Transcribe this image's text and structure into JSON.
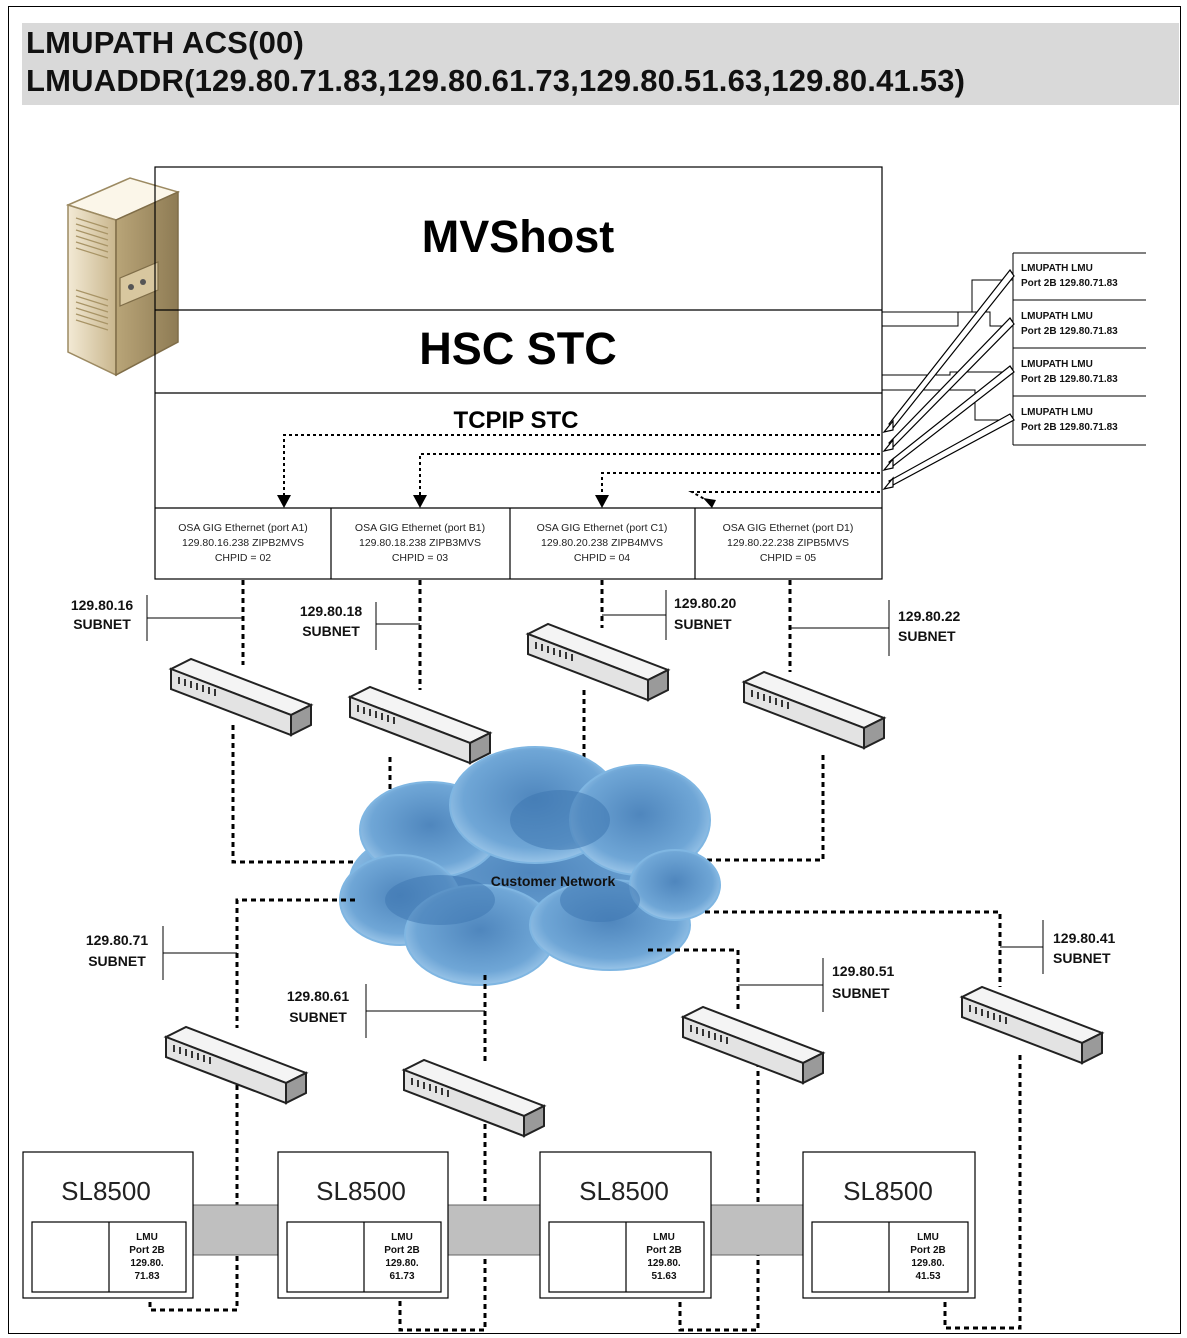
{
  "header": {
    "line1": "LMUPATH ACS(00)",
    "line2": "LMUADDR(129.80.71.83,129.80.61.73,129.80.51.63,129.80.41.53)"
  },
  "host": {
    "mvs_label": "MVShost",
    "hsc_label": "HSC STC",
    "tcpip_label": "TCPIP STC"
  },
  "osa_ports": [
    {
      "line1": "OSA GIG Ethernet (port A1)",
      "line2": "129.80.16.238  ZIPB2MVS",
      "line3": "CHPID = 02"
    },
    {
      "line1": "OSA GIG Ethernet (port B1)",
      "line2": "129.80.18.238  ZIPB3MVS",
      "line3": "CHPID = 03"
    },
    {
      "line1": "OSA GIG Ethernet (port C1)",
      "line2": "129.80.20.238  ZIPB4MVS",
      "line3": "CHPID = 04"
    },
    {
      "line1": "OSA GIG Ethernet (port D1)",
      "line2": "129.80.22.238  ZIPB5MVS",
      "line3": "CHPID = 05"
    }
  ],
  "lmupath_boxes": [
    {
      "line1": "LMUPATH LMU",
      "line2": "Port 2B 129.80.71.83"
    },
    {
      "line1": "LMUPATH LMU",
      "line2": "Port 2B 129.80.71.83"
    },
    {
      "line1": "LMUPATH LMU",
      "line2": "Port 2B 129.80.71.83"
    },
    {
      "line1": "LMUPATH LMU",
      "line2": "Port 2B 129.80.71.83"
    }
  ],
  "upper_subnets": [
    {
      "ip": "129.80.16",
      "label": "SUBNET"
    },
    {
      "ip": "129.80.18",
      "label": "SUBNET"
    },
    {
      "ip": "129.80.20",
      "label": "SUBNET"
    },
    {
      "ip": "129.80.22",
      "label": "SUBNET"
    }
  ],
  "network": {
    "label": "Customer Network"
  },
  "lower_subnets": [
    {
      "ip": "129.80.71",
      "label": "SUBNET"
    },
    {
      "ip": "129.80.61",
      "label": "SUBNET"
    },
    {
      "ip": "129.80.51",
      "label": "SUBNET"
    },
    {
      "ip": "129.80.41",
      "label": "SUBNET"
    }
  ],
  "libraries": [
    {
      "name": "SL8500",
      "lmu": [
        "LMU",
        "Port 2B",
        "129.80.",
        "71.83"
      ]
    },
    {
      "name": "SL8500",
      "lmu": [
        "LMU",
        "Port 2B",
        "129.80.",
        "61.73"
      ]
    },
    {
      "name": "SL8500",
      "lmu": [
        "LMU",
        "Port 2B",
        "129.80.",
        "51.63"
      ]
    },
    {
      "name": "SL8500",
      "lmu": [
        "LMU",
        "Port 2B",
        "129.80.",
        "41.53"
      ]
    }
  ],
  "colors": {
    "header_bg": "#d9d9d9",
    "cloud": "#5b9bd5",
    "connector": "#bfbfbf",
    "server": "#e8dcc0"
  },
  "icons": {
    "server": "server-tower-icon",
    "switch": "network-switch-icon",
    "cloud": "cloud-icon"
  }
}
